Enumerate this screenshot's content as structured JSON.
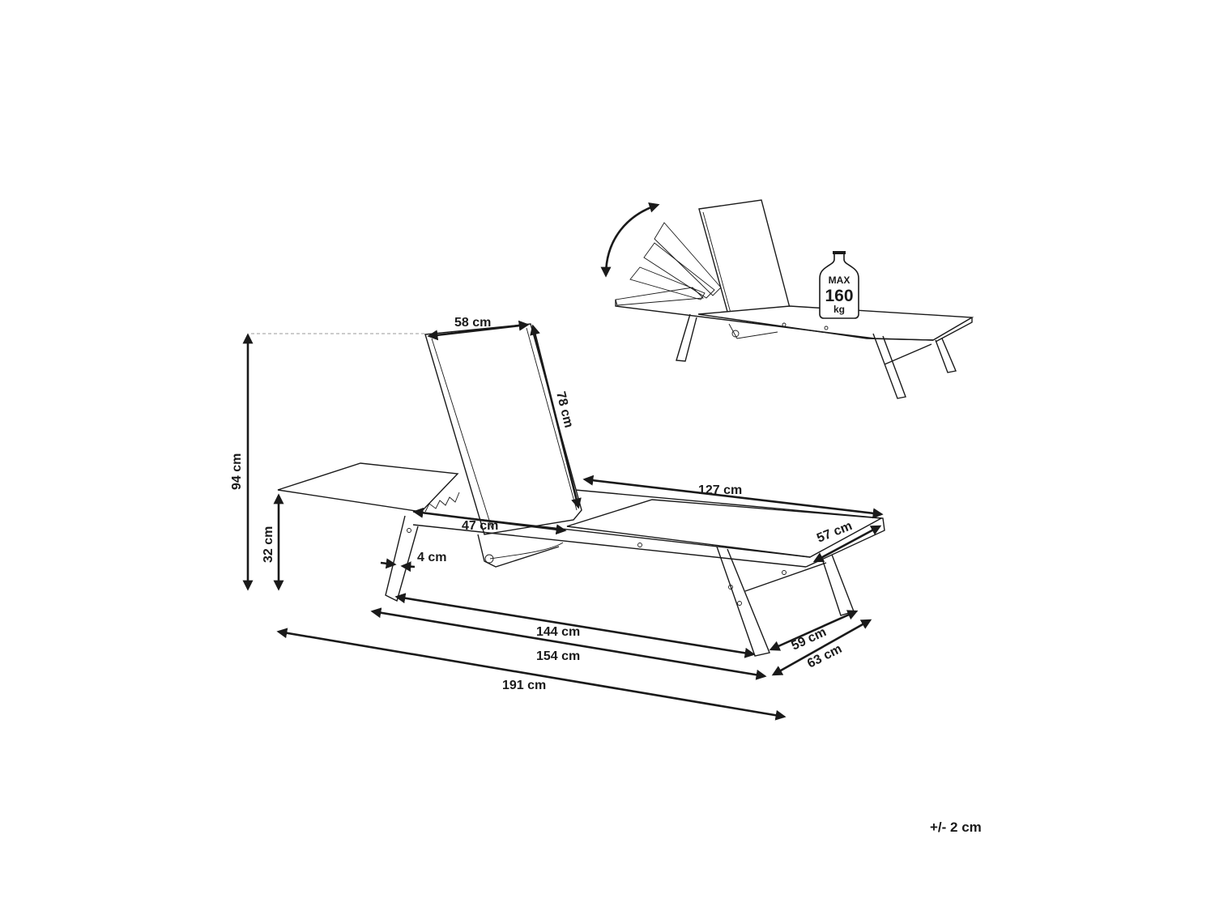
{
  "dimensions": {
    "backrest_width": "58 cm",
    "backrest_length": "78 cm",
    "total_height": "94 cm",
    "seat_height": "32 cm",
    "seat_section_length": "127 cm",
    "middle_section_length": "47 cm",
    "seat_width": "57 cm",
    "frame_thickness": "4 cm",
    "leg_span_length": "144 cm",
    "frame_length": "154 cm",
    "total_length": "191 cm",
    "inner_width": "59 cm",
    "outer_width": "63 cm"
  },
  "weight_badge": {
    "label": "MAX",
    "value": "160",
    "unit": "kg"
  },
  "tolerance": "+/- 2 cm",
  "colors": {
    "line": "#1a1a1a",
    "guide": "#999999",
    "background": "#ffffff"
  },
  "icons": [
    "recline-arrow-icon",
    "weight-icon"
  ]
}
